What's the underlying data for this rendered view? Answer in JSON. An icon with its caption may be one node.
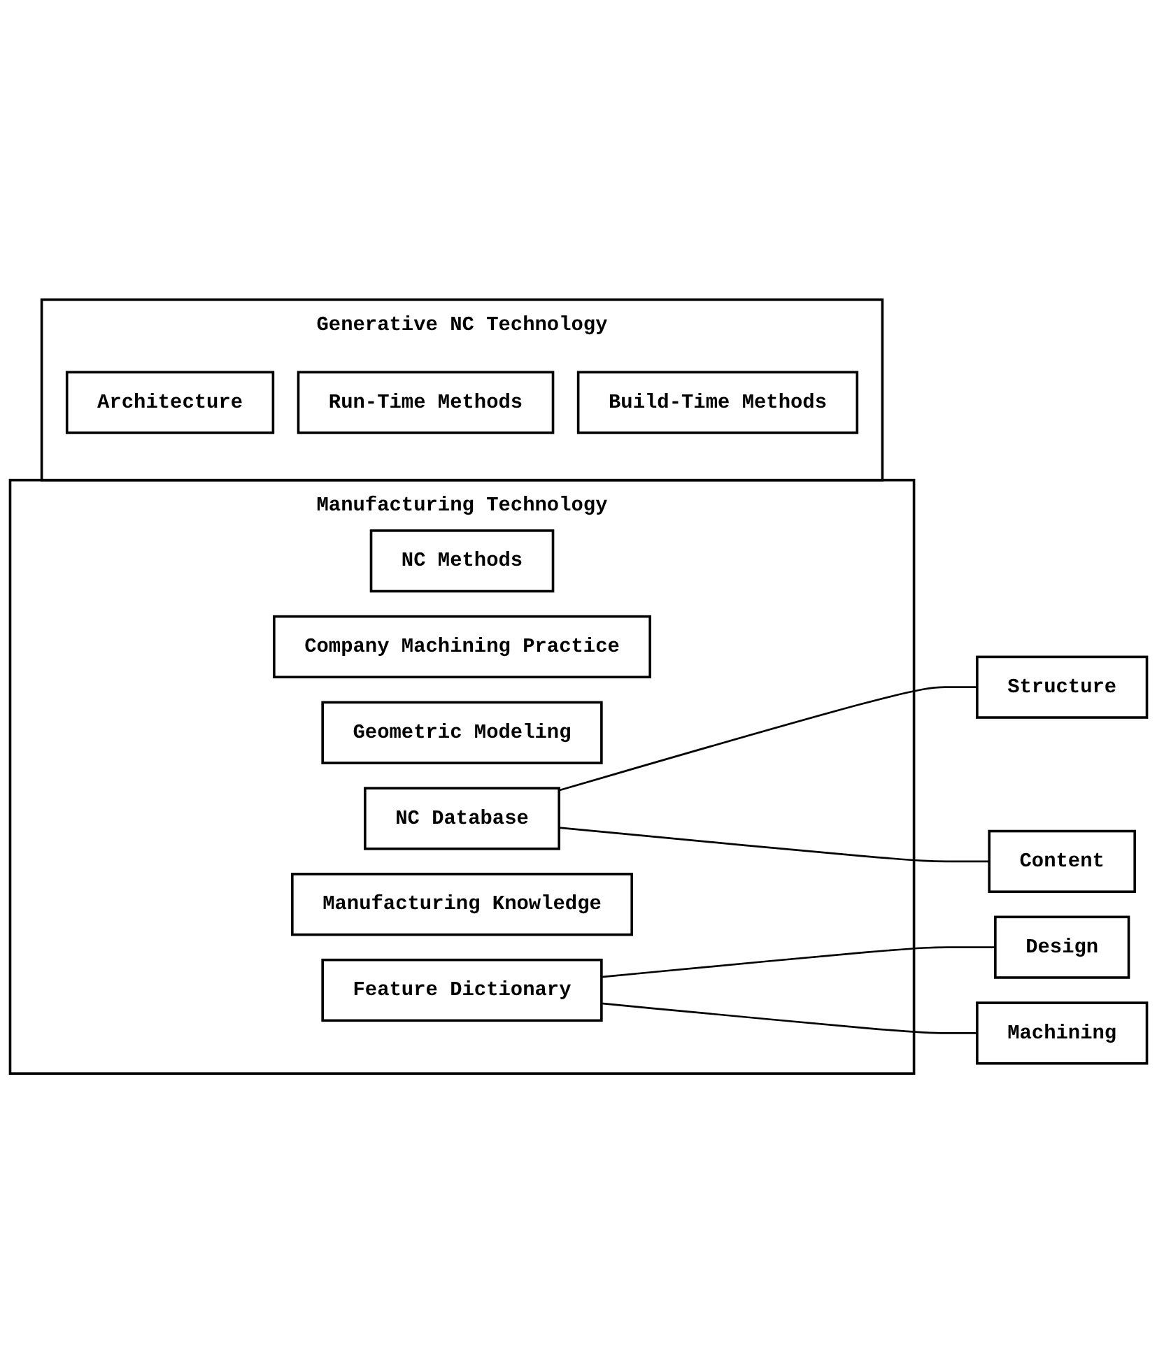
{
  "diagram": {
    "nodes": [
      {
        "text": [
          "Manufacturing Technology"
        ]
      },
      {
        "text": [
          "NC Methods"
        ],
        "in": 0
      },
      {
        "text": [
          "Company Machining Practice"
        ],
        "in": 0
      },
      {
        "text": [
          "Geometric Modeling"
        ],
        "in": 0
      },
      {
        "text": [
          "NC Database"
        ],
        "in": 0
      },
      {
        "text": [
          "Structure"
        ]
      },
      {
        "text": [
          "Content"
        ]
      },
      {
        "text": [
          "Manufacturing Knowledge"
        ],
        "in": 0
      },
      {
        "text": [
          "Feature Dictionary"
        ],
        "in": 0
      },
      {
        "text": [
          "Design"
        ]
      },
      {
        "text": [
          "Machining"
        ]
      },
      {
        "text": [
          "Generative NC Technology"
        ]
      },
      {
        "text": [
          "Architecture"
        ],
        "in": 11
      },
      {
        "text": [
          "Run-Time Methods"
        ],
        "in": 11
      },
      {
        "text": [
          "Build-Time Methods"
        ],
        "in": 11
      }
    ],
    "edges": [
      {
        "from": 4,
        "to": 5,
        "arrow": "none"
      },
      {
        "from": 4,
        "to": 6,
        "arrow": "none"
      },
      {
        "from": 8,
        "to": 9,
        "arrow": "none"
      },
      {
        "from": 8,
        "to": 10,
        "arrow": "none"
      }
    ]
  }
}
